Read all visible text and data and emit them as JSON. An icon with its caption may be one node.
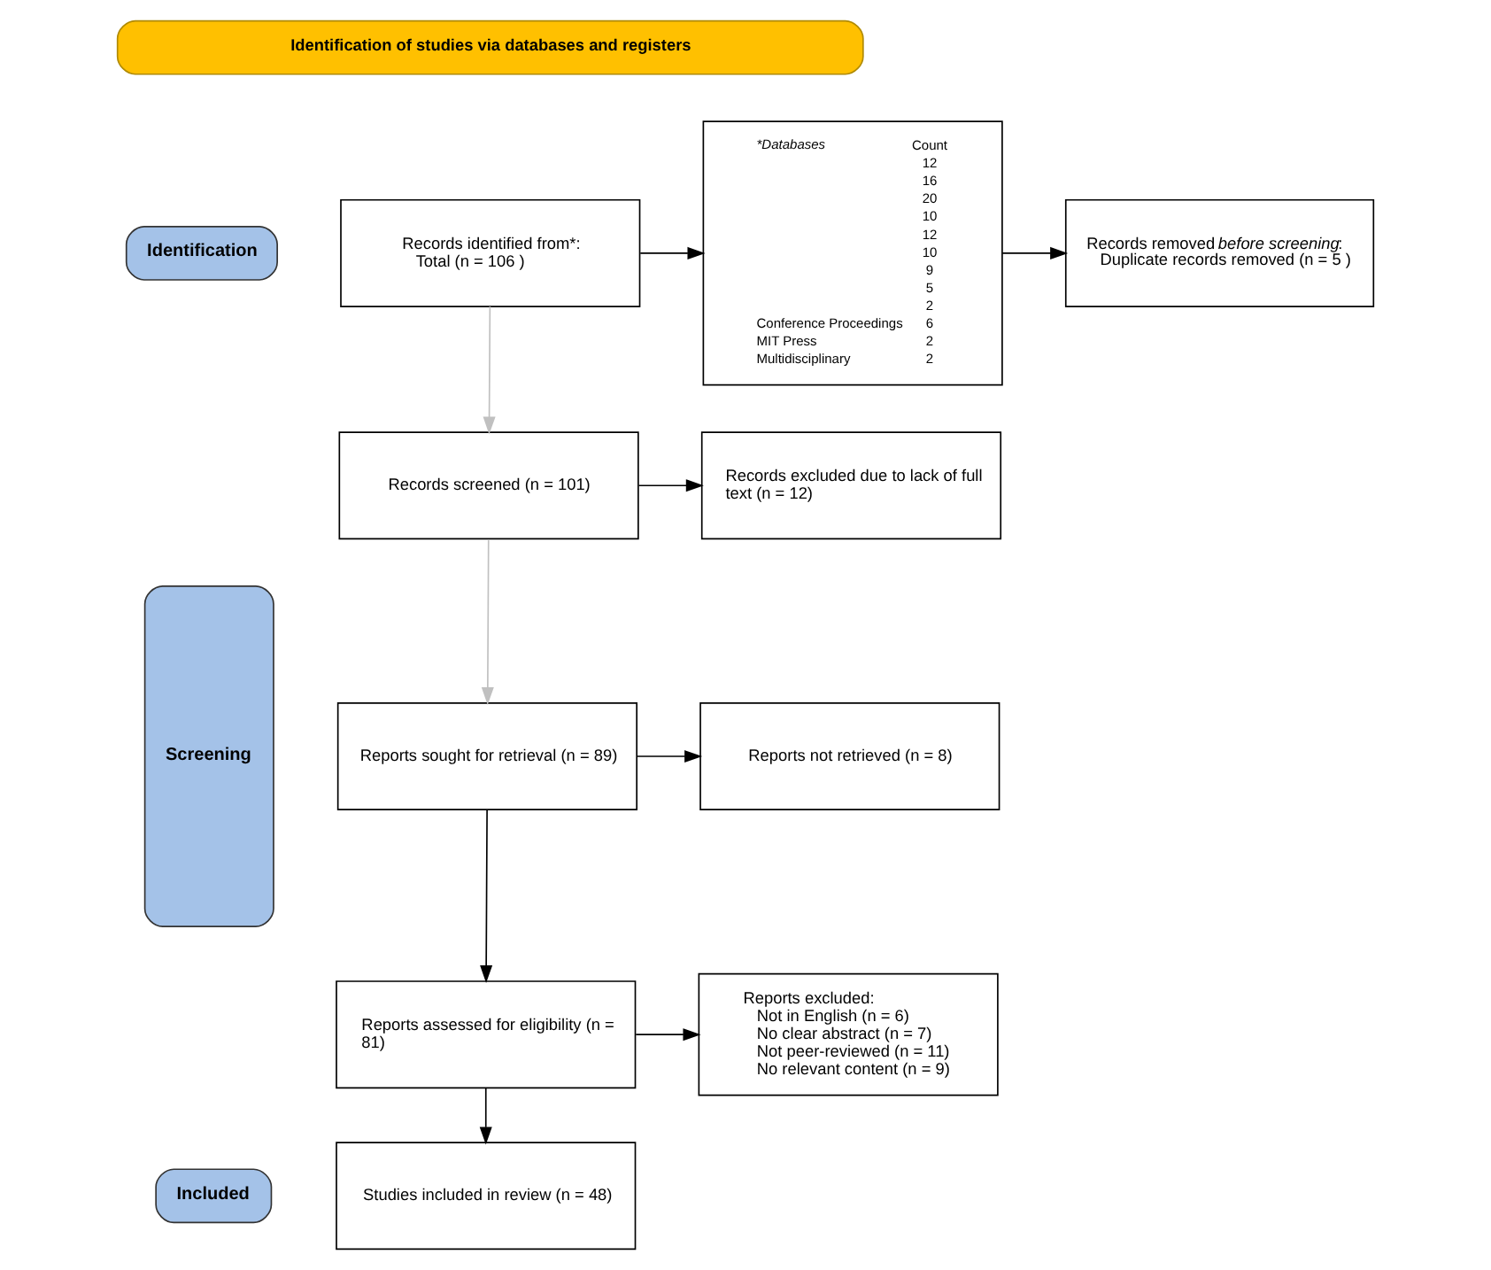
{
  "diagram": {
    "nodes": [
      {
        "text": [
          "Identification of studies via databases and registers"
        ]
      },
      {
        "text": [
          "Identification"
        ]
      },
      {
        "text": [
          "Screening"
        ]
      },
      {
        "text": [
          "Included"
        ]
      },
      {
        "text": [
          "Records identified from*:",
          "Total (n = 106 )"
        ]
      },
      {
        "text": [
          "*Databases",
          "Count",
          "12",
          "16",
          "20",
          "10",
          "12",
          "10",
          "9",
          "5",
          "2",
          "Conference Proceedings",
          "6",
          "MIT Press",
          "2",
          "Multidisciplinary",
          "2"
        ]
      },
      {
        "text": [
          "Records removed *before screening*:",
          "Duplicate records removed (n = 5 )"
        ]
      },
      {
        "text": [
          "Records screened (n = 101)"
        ]
      },
      {
        "text": [
          "Records excluded due to lack of full text (n = 12)"
        ]
      },
      {
        "text": [
          "Reports sought for retrieval (n = 89)"
        ]
      },
      {
        "text": [
          "Reports not retrieved (n = 8)"
        ]
      },
      {
        "text": [
          "Reports assessed for eligibility (n = 81)"
        ]
      },
      {
        "text": [
          "Reports excluded:",
          "Not in English (n = 6)",
          "No clear abstract (n = 7)",
          "Not peer-reviewed (n = 11)",
          "No relevant content (n = 9)"
        ]
      },
      {
        "text": [
          "Studies included in review (n = 48)"
        ]
      }
    ],
    "edges": [
      {
        "from": 4,
        "to": 5,
        "arrow": "to"
      },
      {
        "from": 5,
        "to": 6,
        "arrow": "to"
      },
      {
        "from": 4,
        "to": 7,
        "arrow": "to",
        "color": "#c0c0c0"
      },
      {
        "from": 7,
        "to": 8,
        "arrow": "to"
      },
      {
        "from": 7,
        "to": 9,
        "arrow": "to",
        "color": "#c0c0c0"
      },
      {
        "from": 9,
        "to": 10,
        "arrow": "to"
      },
      {
        "from": 9,
        "to": 11,
        "arrow": "to"
      },
      {
        "from": 11,
        "to": 12,
        "arrow": "to"
      },
      {
        "from": 11,
        "to": 13,
        "arrow": "to"
      }
    ]
  }
}
